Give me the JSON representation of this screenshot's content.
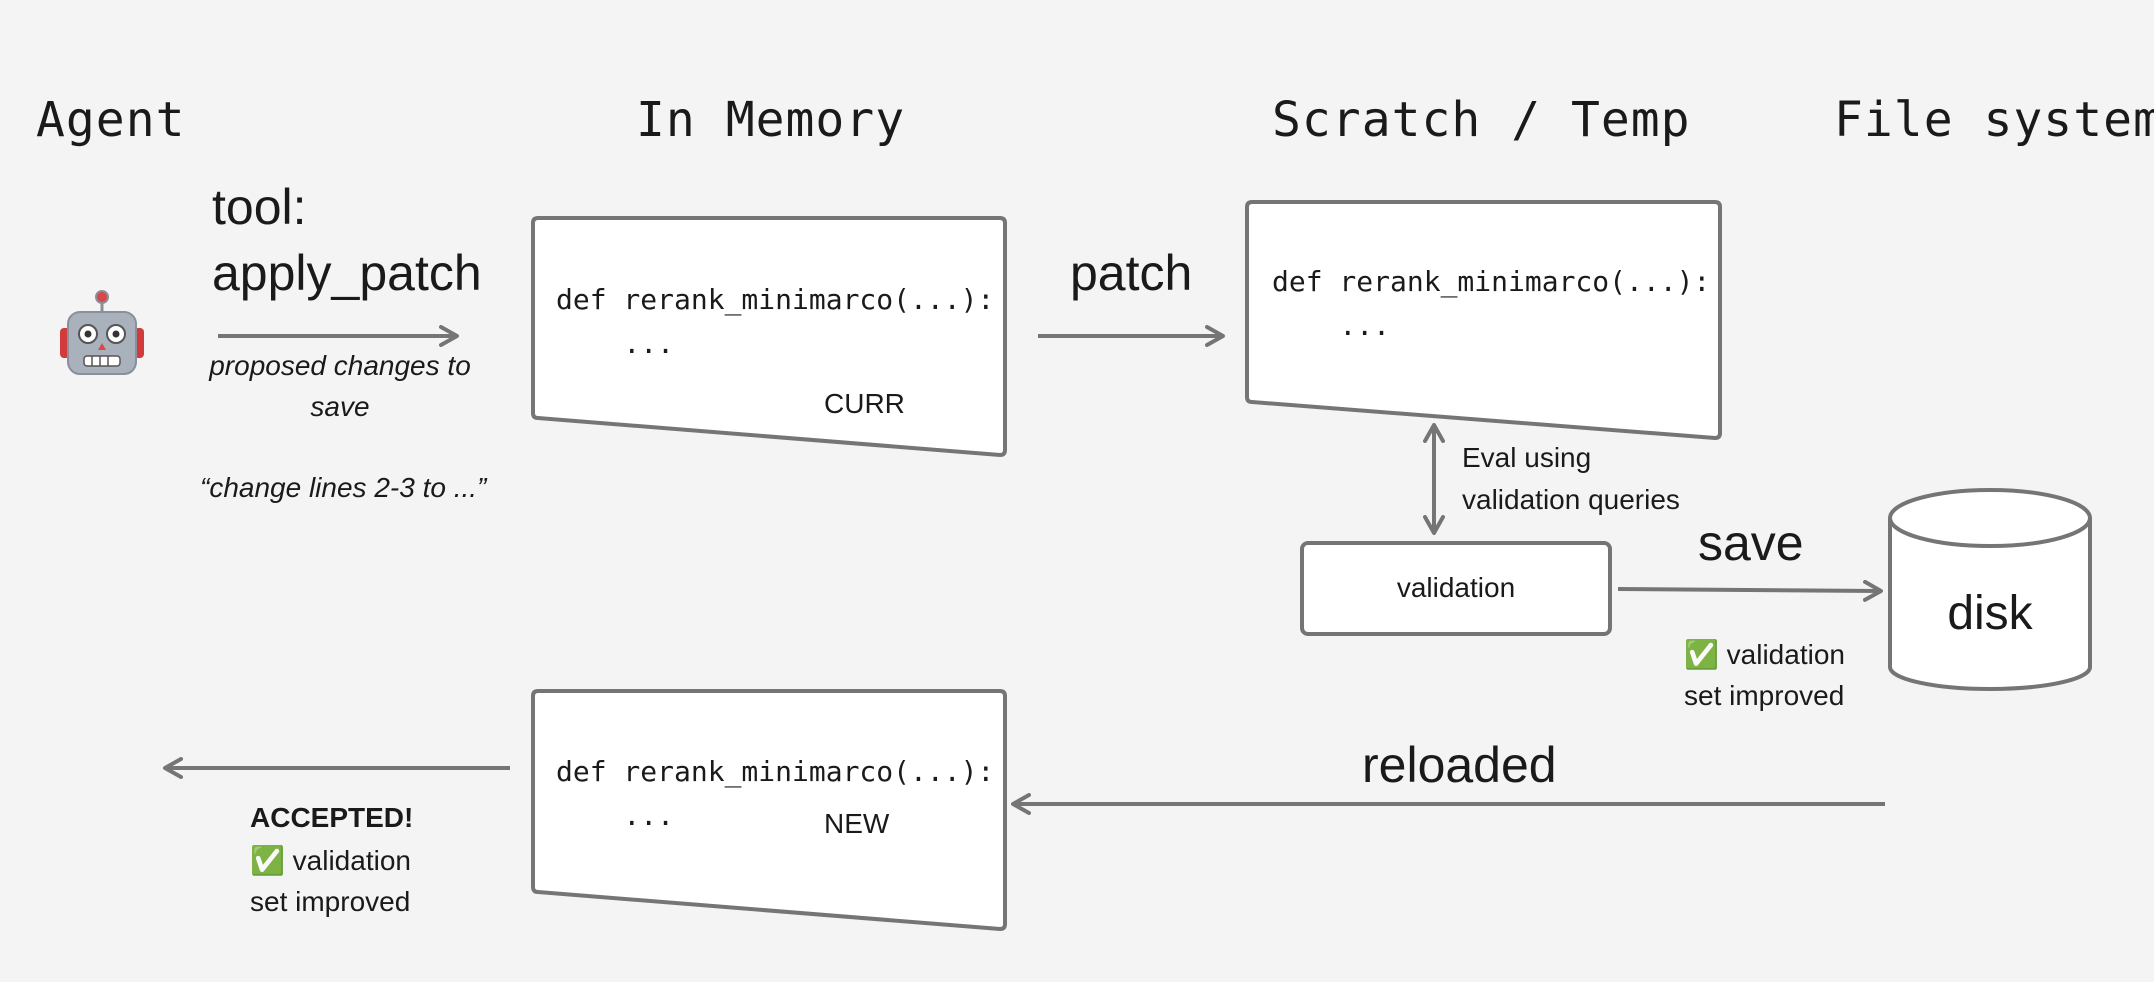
{
  "columns": {
    "agent": "Agent",
    "in_memory": "In Memory",
    "scratch": "Scratch / Temp",
    "file_system": "File system"
  },
  "agent": {
    "icon": "robot-icon"
  },
  "tool_call": {
    "line1": "tool:",
    "line2": "apply_patch",
    "caption_line1": "proposed changes to",
    "caption_line2": "save",
    "quote": "“change lines 2-3 to ...”"
  },
  "curr_box": {
    "code_line1": "def rerank_minimarco(...):",
    "code_line2": "    ...",
    "tag": "CURR"
  },
  "patch_label": "patch",
  "scratch_box": {
    "code_line1": "def rerank_minimarco(...):",
    "code_line2": "    ..."
  },
  "eval": {
    "line1": "Eval using",
    "line2": "validation queries"
  },
  "validation_box": {
    "label": "validation"
  },
  "save_label": "save",
  "disk": {
    "label": "disk"
  },
  "save_result": {
    "check": "✅",
    "line1": "validation",
    "line2": "set improved"
  },
  "reloaded_label": "reloaded",
  "new_box": {
    "code_line1": "def rerank_minimarco(...):",
    "code_line2": "    ...",
    "tag": "NEW"
  },
  "accepted": {
    "title": "ACCEPTED!",
    "check": "✅",
    "line1": "validation",
    "line2": "set improved"
  },
  "colors": {
    "stroke": "#757575",
    "box_fill": "#ffffff",
    "background": "#f4f4f4",
    "text": "#1a1a1a"
  }
}
